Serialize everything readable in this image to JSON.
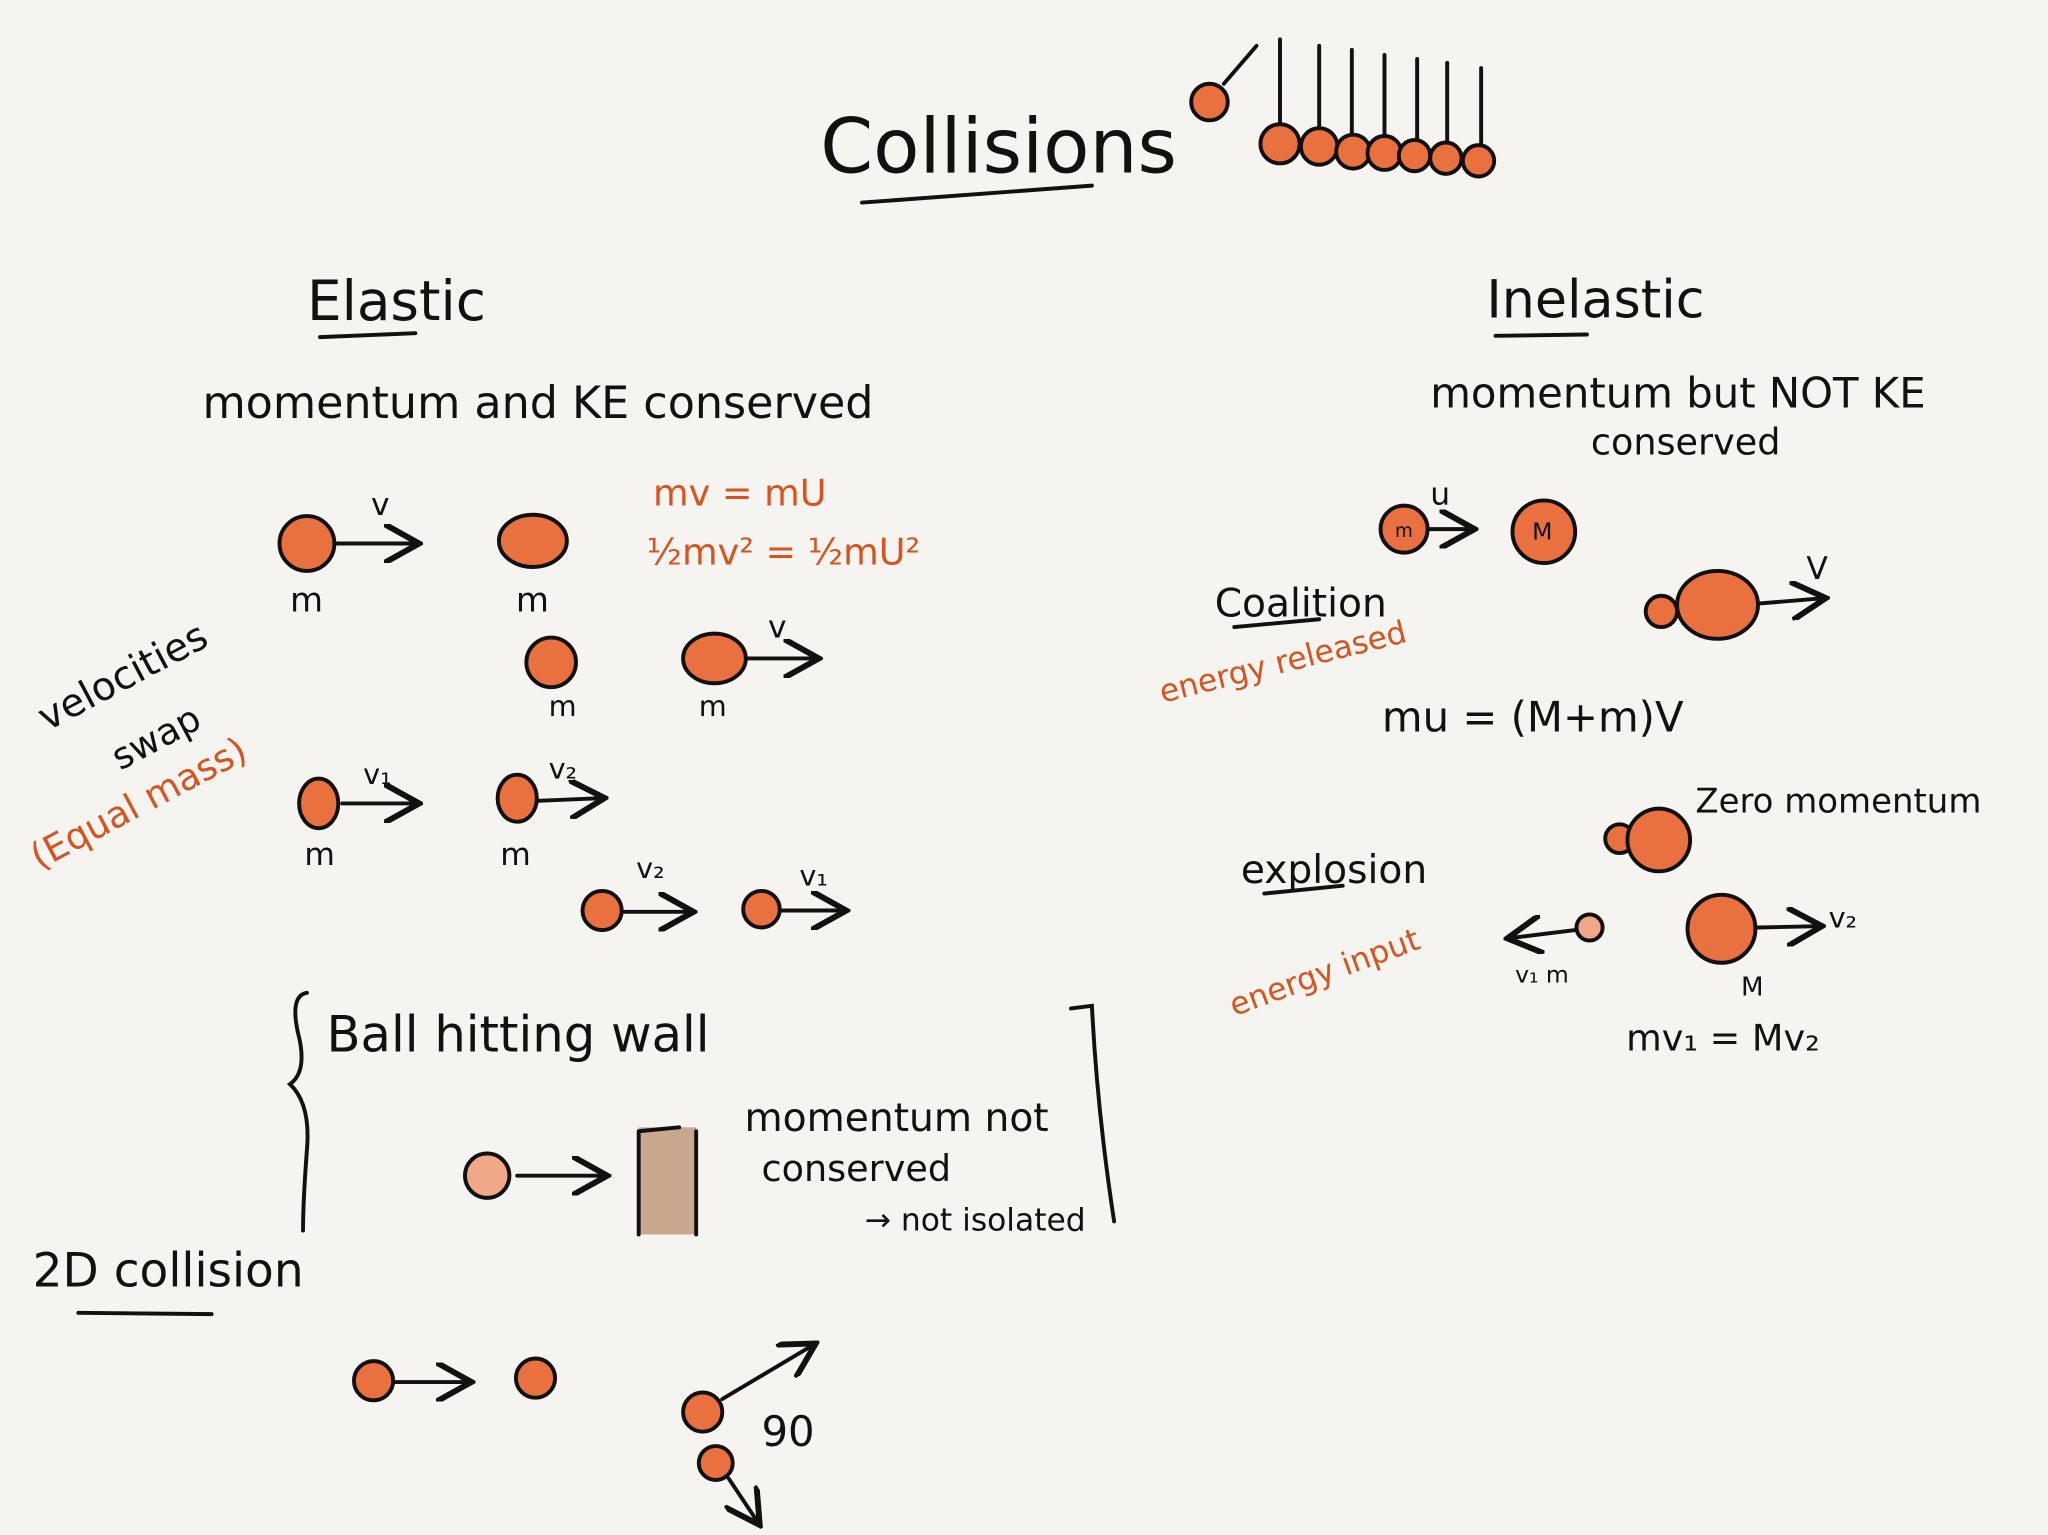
{
  "title": "Collisions",
  "elastic": {
    "heading": "Elastic",
    "subtitle": "momentum and KE conserved",
    "eq1": "mv = mU",
    "eq2": "½mv² = ½mU²",
    "v": "v",
    "v_after": "v",
    "m": "m",
    "side_note_1": "velocities",
    "side_note_2": "swap",
    "side_note_3": "(Equal mass)",
    "v1": "v₁",
    "v2": "v₂",
    "wall_heading": "Ball hitting wall",
    "wall_note_1": "momentum not",
    "wall_note_2": "conserved",
    "wall_note_3": "→ not isolated",
    "twod": "2D collision",
    "angle": "90"
  },
  "inelastic": {
    "heading": "Inelastic",
    "subtitle_1": "momentum but NOT KE",
    "subtitle_2": "conserved",
    "u": "u",
    "m": "m",
    "M": "M",
    "V": "V",
    "coalition": "Coalition",
    "energy_released": "energy released",
    "eq": "mu = (M+m)V",
    "zero": "Zero momentum",
    "explosion": "explosion",
    "energy_input": "energy input",
    "v1m": "v₁ m",
    "v2": "v₂",
    "eq2": "mv₁ = Mv₂"
  },
  "colors": {
    "ink": "#111111",
    "accent": "#d9531e",
    "ball": "#e8713f",
    "paper": "#f5f4f1"
  }
}
